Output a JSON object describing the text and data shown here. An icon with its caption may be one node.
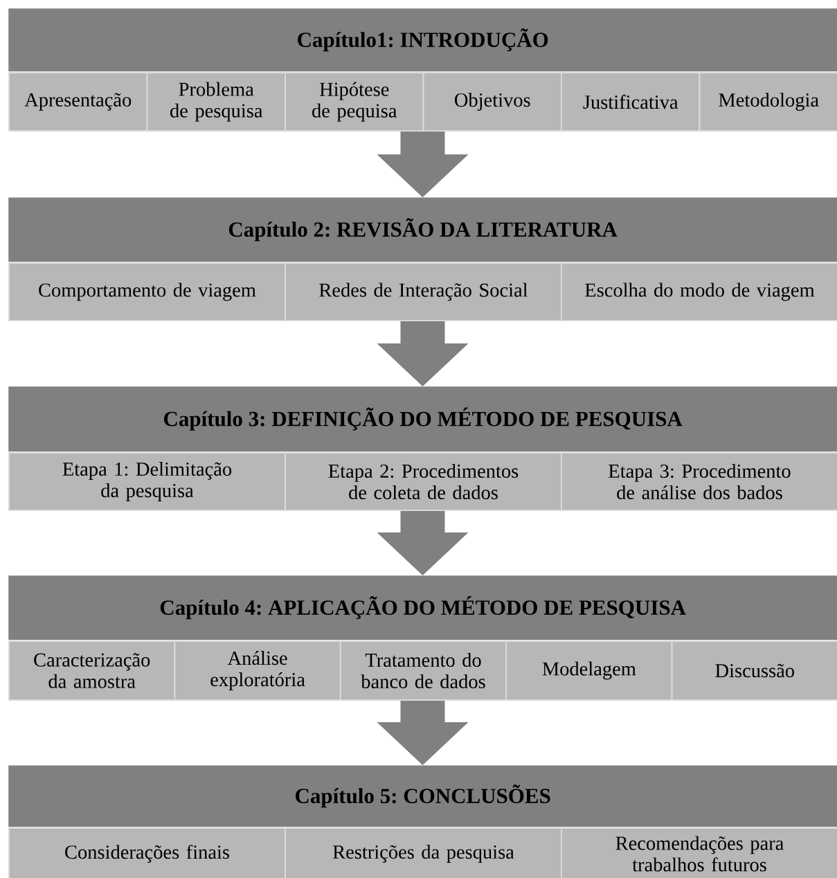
{
  "diagram": {
    "nodes": [
      {
        "text": [
          "Capítulo1: INTRODUÇÃO"
        ]
      },
      {
        "text": [
          "Apresentação"
        ]
      },
      {
        "text": [
          "Problema de pesquisa"
        ]
      },
      {
        "text": [
          "Hipótese de pequisa"
        ]
      },
      {
        "text": [
          "Objetivos"
        ]
      },
      {
        "text": [
          "Justificativa"
        ]
      },
      {
        "text": [
          "Metodologia"
        ]
      },
      {
        "text": [
          "Capítulo 2: REVISÃO DA LITERATURA"
        ]
      },
      {
        "text": [
          "Comportamento de viagem"
        ]
      },
      {
        "text": [
          "Redes de Interação Social"
        ]
      },
      {
        "text": [
          "Escolha do modo de viagem"
        ]
      },
      {
        "text": [
          "Capítulo 3: DEFINIÇÃO DO MÉTODO DE PESQUISA"
        ]
      },
      {
        "text": [
          "Etapa 1: Delimitação da pesquisa"
        ]
      },
      {
        "text": [
          "Etapa 2: Procedimentos de coleta de dados"
        ]
      },
      {
        "text": [
          "Etapa 3: Procedimento de análise dos bados"
        ]
      },
      {
        "text": [
          "Capítulo 4: APLICAÇÃO DO MÉTODO DE PESQUISA"
        ]
      },
      {
        "text": [
          "Caracterização da amostra"
        ]
      },
      {
        "text": [
          "Análise exploratória"
        ]
      },
      {
        "text": [
          "Tratamento do banco de dados"
        ]
      },
      {
        "text": [
          "Modelagem"
        ]
      },
      {
        "text": [
          "Discussão"
        ]
      },
      {
        "text": [
          "Capítulo 5: CONCLUSÕES"
        ]
      },
      {
        "text": [
          "Considerações finais"
        ]
      },
      {
        "text": [
          "Restrições da pesquisa"
        ]
      },
      {
        "text": [
          "Recomendações para trabalhos futuros"
        ]
      }
    ],
    "edges": [
      {
        "from": 3,
        "to": 7,
        "arrow": "to"
      },
      {
        "from": 9,
        "to": 11,
        "arrow": "to"
      },
      {
        "from": 13,
        "to": 15,
        "arrow": "to"
      },
      {
        "from": 18,
        "to": 21,
        "arrow": "to"
      }
    ]
  }
}
